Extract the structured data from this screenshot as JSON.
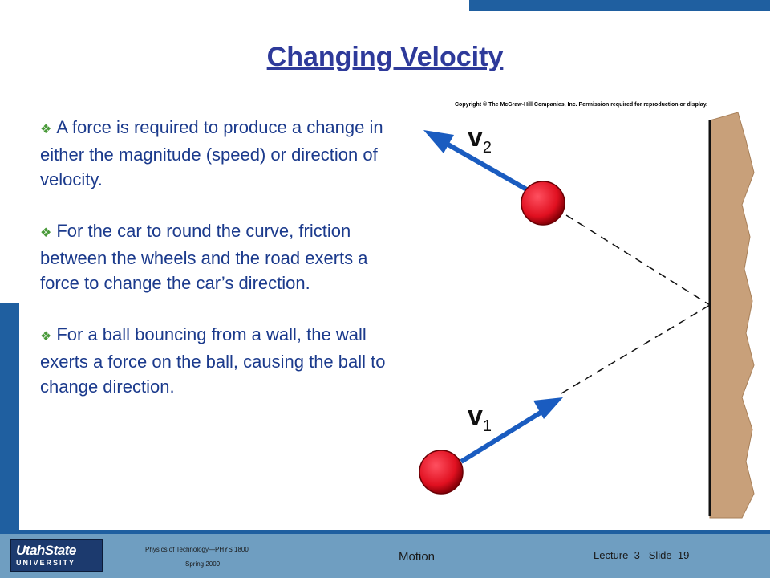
{
  "slide": {
    "title": "Changing Velocity",
    "bullets": [
      "A force is required to produce a change in either the magnitude (speed) or direction of velocity.",
      "For the car to round the curve, friction between the wheels and the road exerts a force to change the car’s direction.",
      "For a ball bouncing from a wall, the wall exerts a force on the ball, causing the ball to change direction."
    ],
    "bullet_icon": "diamond-cluster-icon"
  },
  "figure": {
    "copyright": "Copyright © The McGraw-Hill Companies, Inc. Permission required for reproduction or display.",
    "v1_symbol": "v",
    "v1_sub": "1",
    "v2_symbol": "v",
    "v2_sub": "2",
    "colors": {
      "ball": "#e01020",
      "arrow": "#1a5cc0",
      "wall": "#c8a07a"
    }
  },
  "footer": {
    "logo_line1": "UtahState",
    "logo_line2": "UNIVERSITY",
    "course": "Physics of Technology—PHYS 1800",
    "term": "Spring 2009",
    "section": "Motion",
    "lecture_label": "Lecture",
    "lecture_num": "3",
    "slide_label": "Slide",
    "slide_num": "19"
  }
}
